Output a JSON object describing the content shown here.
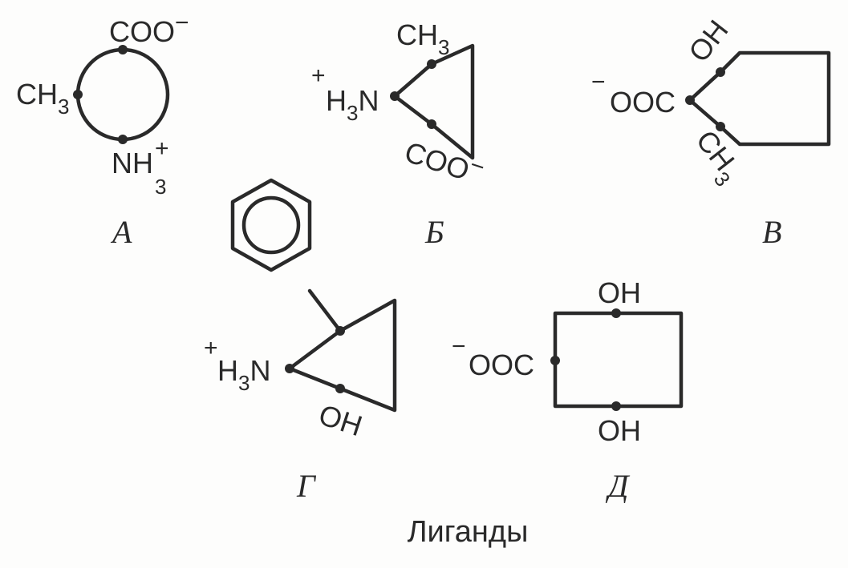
{
  "title": "Лиганды",
  "ligands": [
    {
      "id": "A",
      "caption": "А",
      "groups": {
        "top": "COO",
        "top_charge": "−",
        "left": "CH",
        "left_sub": "3",
        "bottom": "NH",
        "bottom_sub": "3",
        "bottom_charge": "+"
      }
    },
    {
      "id": "B",
      "caption": "Б",
      "groups": {
        "left_charge": "+",
        "left": "H",
        "left_sub": "3",
        "left_tail": "N",
        "top": "CH",
        "top_sub": "3",
        "bottom": "COO",
        "bottom_charge": "−"
      }
    },
    {
      "id": "V",
      "caption": "В",
      "groups": {
        "left_charge": "−",
        "left": "OOC",
        "top": "OH",
        "bottom": "CH",
        "bottom_sub": "3"
      }
    },
    {
      "id": "G",
      "caption": "Г",
      "groups": {
        "left_charge": "+",
        "left": "H",
        "left_sub": "3",
        "left_tail": "N",
        "bottom": "OH"
      }
    },
    {
      "id": "D",
      "caption": "Д",
      "groups": {
        "left_charge": "−",
        "left": "OOC",
        "top": "OH",
        "bottom": "OH"
      }
    }
  ],
  "colors": {
    "ink": "#2a2a2a",
    "background": "#fdfdfc"
  }
}
